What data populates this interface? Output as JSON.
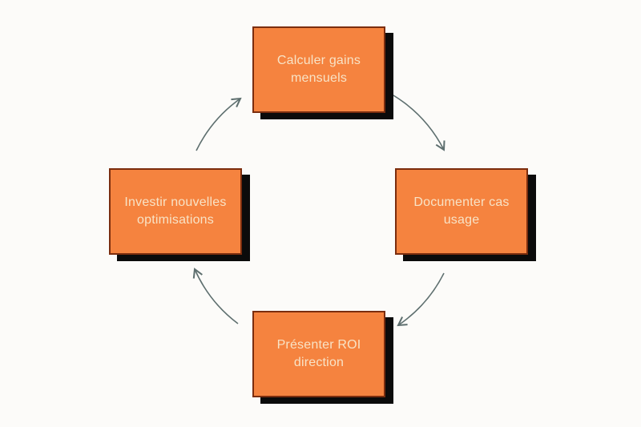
{
  "colors": {
    "background": "#FCFBF9",
    "node_fill": "#F5833F",
    "node_border": "#7B2D0E",
    "node_text": "#F8E3C6",
    "node_shadow": "#0B0B0B",
    "arrow_color": "#5E6F6F"
  },
  "diagram": {
    "type": "cycle",
    "direction": "clockwise",
    "nodes": [
      {
        "position": "top",
        "label": "Calculer gains mensuels"
      },
      {
        "position": "right",
        "label": "Documenter cas usage"
      },
      {
        "position": "bottom",
        "label": "Présenter ROI direction"
      },
      {
        "position": "left",
        "label": "Investir nouvelles optimisations"
      }
    ]
  }
}
